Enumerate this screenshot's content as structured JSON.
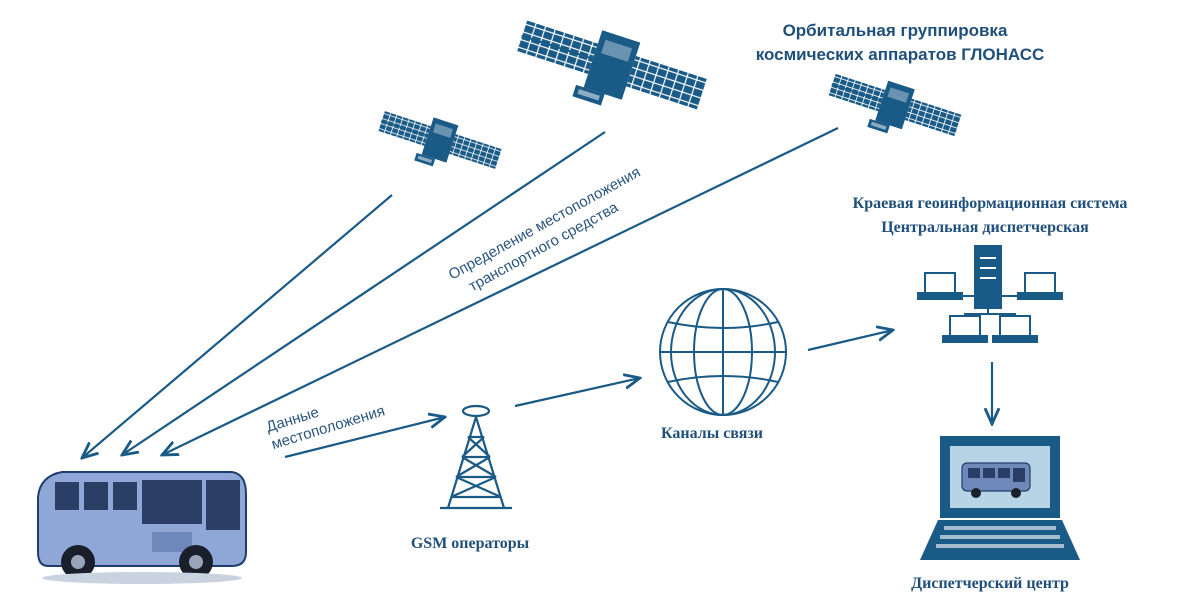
{
  "colors": {
    "primary": "#1a5a86",
    "text": "#1f4f7a",
    "bus_body": "#8ea7d6",
    "screen": "#b7d3e6"
  },
  "labels": {
    "orbit_title_line1": "Орбитальная группировка",
    "orbit_title_line2": "космических аппаратов ГЛОНАСС",
    "positioning_line1": "Определение местоположения",
    "positioning_line2": "транспортного средства",
    "location_data_line1": "Данные",
    "location_data_line2": "местоположения",
    "gsm": "GSM операторы",
    "channels": "Каналы связи",
    "gis_line1": "Краевая геоинформационная система",
    "gis_line2": "Центральная диспетчерская",
    "dispatch_center": "Диспетчерский центр"
  },
  "icons": {
    "satellite": "satellite-icon",
    "bus": "bus-icon",
    "tower": "gsm-tower-icon",
    "globe": "globe-icon",
    "network": "network-servers-icon",
    "laptop": "laptop-icon"
  }
}
